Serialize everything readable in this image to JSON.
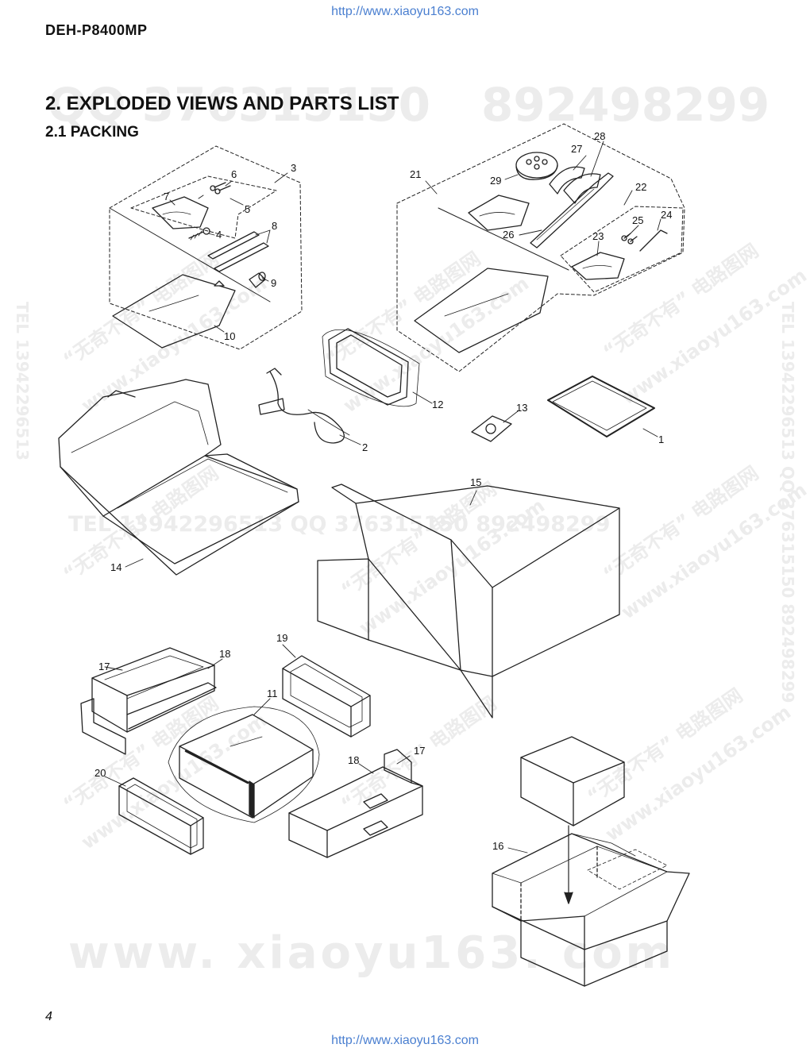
{
  "header": {
    "url_top": "http://www.xiaoyu163.com",
    "url_bottom": "http://www.xiaoyu163.com",
    "model": "DEH-P8400MP",
    "page_number": "4"
  },
  "section": {
    "title": "2. EXPLODED VIEWS AND PARTS LIST",
    "subtitle": "2.1 PACKING"
  },
  "watermarks": {
    "big_number_left": "QQ 376315150",
    "big_number_right": "892498299",
    "mid_line": "TEL 13942296513   QQ 376315150   892498299",
    "bottom_site": "www. xiaoyu163. com",
    "side_left": "TEL 13942296513",
    "side_right": "TEL 13942296513 QQ 376315150 892498299",
    "diag_cn": "“无奇不有” 电路图网",
    "diag_site": "www.xiaoyu163.com"
  },
  "parts": {
    "p1": "1",
    "p2": "2",
    "p3": "3",
    "p4": "4",
    "p5": "5",
    "p6": "6",
    "p7": "7",
    "p8": "8",
    "p9": "9",
    "p10": "10",
    "p11": "11",
    "p12": "12",
    "p13": "13",
    "p14": "14",
    "p15": "15",
    "p16": "16",
    "p17a": "17",
    "p17b": "17",
    "p18a": "18",
    "p18b": "18",
    "p19": "19",
    "p20": "20",
    "p21": "21",
    "p22": "22",
    "p23": "23",
    "p24": "24",
    "p25": "25",
    "p26": "26",
    "p27": "27",
    "p28": "28",
    "p29": "29"
  }
}
